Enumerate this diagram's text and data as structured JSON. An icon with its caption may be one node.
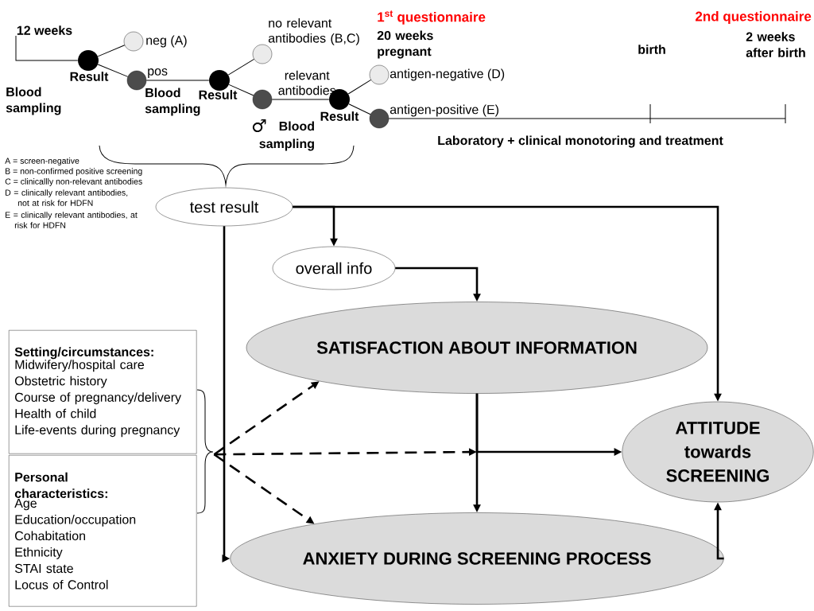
{
  "diagram": {
    "nodes": [
      {
        "text": [
          "12 weeks"
        ]
      },
      {
        "text": [],
        "shape": "circle",
        "beside": [
          "Result"
        ]
      },
      {
        "text": [],
        "shape": "circle",
        "beside": [
          "neg (A)"
        ]
      },
      {
        "text": [],
        "shape": "circle",
        "beside": [
          "pos"
        ]
      },
      {
        "text": [],
        "shape": "circle",
        "beside": [
          "Result"
        ]
      },
      {
        "text": [],
        "shape": "circle",
        "beside": [
          "no relevant antibodies (B,C)"
        ]
      },
      {
        "text": [],
        "shape": "circle",
        "beside": [
          "relevant antibodies"
        ]
      },
      {
        "text": [],
        "shape": "circle",
        "beside": [
          "Result"
        ]
      },
      {
        "text": [],
        "shape": "circle",
        "beside": [
          "antigen-negative (D)"
        ]
      },
      {
        "text": [],
        "shape": "circle",
        "beside": [
          "antigen-positive (E)"
        ]
      },
      {
        "text": [
          "test result"
        ]
      },
      {
        "text": [
          "overall info"
        ]
      },
      {
        "text": [
          "SATISFACTION ABOUT INFORMATION"
        ]
      },
      {
        "text": [
          "ATTITUDE towards SCREENING"
        ]
      },
      {
        "text": [
          "ANXIETY DURING SCREENING PROCESS"
        ]
      },
      {
        "text": [
          "Setting/circumstances:",
          "Midwifery/hospital care",
          "Obstetric history",
          "Course of pregnancy/delivery",
          "Health of child",
          "Life-events during pregnancy"
        ]
      },
      {
        "text": [
          "Personal characteristics:",
          "Age",
          "Education/occupation",
          "Cohabitation",
          "Ethnicity",
          "STAI state",
          "Locus of Control"
        ]
      }
    ],
    "edges": [
      {
        "from": 0,
        "to": 1,
        "arrow": "none"
      },
      {
        "from": 1,
        "to": 2,
        "arrow": "none"
      },
      {
        "from": 1,
        "to": 3,
        "arrow": "none"
      },
      {
        "from": 3,
        "to": 4,
        "arrow": "none"
      },
      {
        "from": 4,
        "to": 5,
        "arrow": "none"
      },
      {
        "from": 4,
        "to": 6,
        "arrow": "none"
      },
      {
        "from": 6,
        "to": 7,
        "arrow": "none"
      },
      {
        "from": 7,
        "to": 8,
        "arrow": "none"
      },
      {
        "from": 7,
        "to": 9,
        "arrow": "none"
      },
      {
        "from": 9,
        "to": null,
        "arrow": "none"
      },
      {
        "from": 10,
        "to": 11,
        "arrow": "to"
      },
      {
        "from": 10,
        "to": 13,
        "arrow": "to"
      },
      {
        "from": 10,
        "to": 14,
        "arrow": "to"
      },
      {
        "from": 11,
        "to": 12,
        "arrow": "to"
      },
      {
        "from": 12,
        "to": 14,
        "arrow": "to"
      },
      {
        "from": 12,
        "to": 13,
        "arrow": "to"
      },
      {
        "from": 14,
        "to": 13,
        "arrow": "to"
      },
      {
        "from": 15,
        "to": 12,
        "arrow": "to",
        "style": "dashed"
      },
      {
        "from": 16,
        "to": 12,
        "arrow": "to",
        "style": "dashed"
      },
      {
        "from": 15,
        "to": null,
        "arrow": "to",
        "style": "dashed"
      },
      {
        "from": 16,
        "to": null,
        "arrow": "to",
        "style": "dashed"
      },
      {
        "from": 15,
        "to": 14,
        "arrow": "to",
        "style": "dashed"
      },
      {
        "from": 16,
        "to": 14,
        "arrow": "to",
        "style": "dashed"
      }
    ],
    "labels": [
      "Blood sampling",
      "Blood sampling",
      "♂",
      "Blood sampling",
      "1$^{st}$ questionnaire",
      "20 weeks pregnant",
      "birth",
      "2nd questionnaire",
      "2 weeks after birth",
      "Laboratory + clinical monotoring and treatment",
      "A = screen-negative",
      "B = non-confirmed positive screening",
      "C = clinicallly non-relevant antibodies",
      "D = clinically relevant antibodies, not at risk for HDFN",
      "E = clinically relevant antibodies, at risk for HDFN"
    ]
  }
}
